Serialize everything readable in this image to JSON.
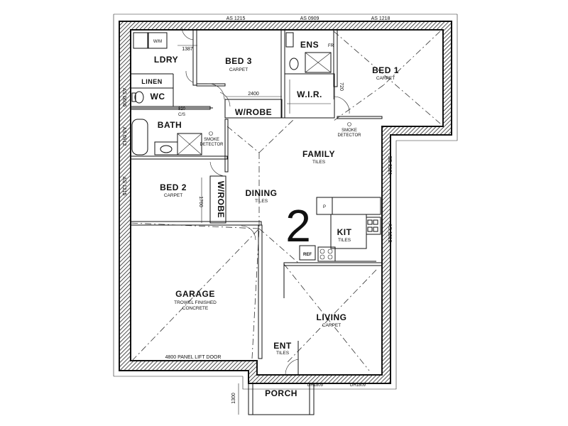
{
  "plan_number": "2",
  "rooms": {
    "lndry": "LDRY",
    "bed3": "BED 3",
    "bed3_finish": "CARPET",
    "ens": "ENS",
    "bed1": "BED 1",
    "bed1_finish": "CARPET",
    "linen": "LINEN",
    "wc": "WC",
    "wir": "W.I.R.",
    "wrobe_top": "W/ROBE",
    "bath": "BATH",
    "family": "FAMILY",
    "family_finish": "TILES",
    "bed2": "BED 2",
    "bed2_finish": "CARPET",
    "wrobe_side": "W/ROBE",
    "dining": "DINING",
    "dining_finish": "TILES",
    "kit": "KIT",
    "kit_finish": "TILES",
    "garage": "GARAGE",
    "garage_finish_1": "TROWEL FINISHED",
    "garage_finish_2": "CONCRETE",
    "living": "LIVING",
    "living_finish": "CARPET",
    "ent": "ENT",
    "ent_finish": "TILES",
    "porch": "PORCH"
  },
  "fixtures": {
    "wm": "W/M",
    "fr": "FR",
    "ref": "REF",
    "pantry": "P",
    "cs": "C/S",
    "dim_820": "820",
    "smoke_hall": [
      "SMOKE",
      "DETECTOR"
    ],
    "smoke_family": [
      "SMOKE",
      "DETECTOR"
    ]
  },
  "dimensions": {
    "as_1215_top": "AS 1215",
    "as_0909_top": "AS 0909",
    "as_1218_top": "AS 1218",
    "as_0606_left": "AS 0606",
    "as_0912_left": "AS 0912",
    "as_1215_left": "AS 1215",
    "sd_2121": "SD 2121",
    "as_1012": "AS 1012",
    "d_1387": "1387",
    "d_2400": "2400",
    "d_720": "720",
    "d_1760": "1760",
    "d_1300": "1300",
    "garage_door": "4800 PANEL LIFT DOOR",
    "dh_1809_a": "DH1809",
    "dh_1809_b": "DH1809"
  }
}
